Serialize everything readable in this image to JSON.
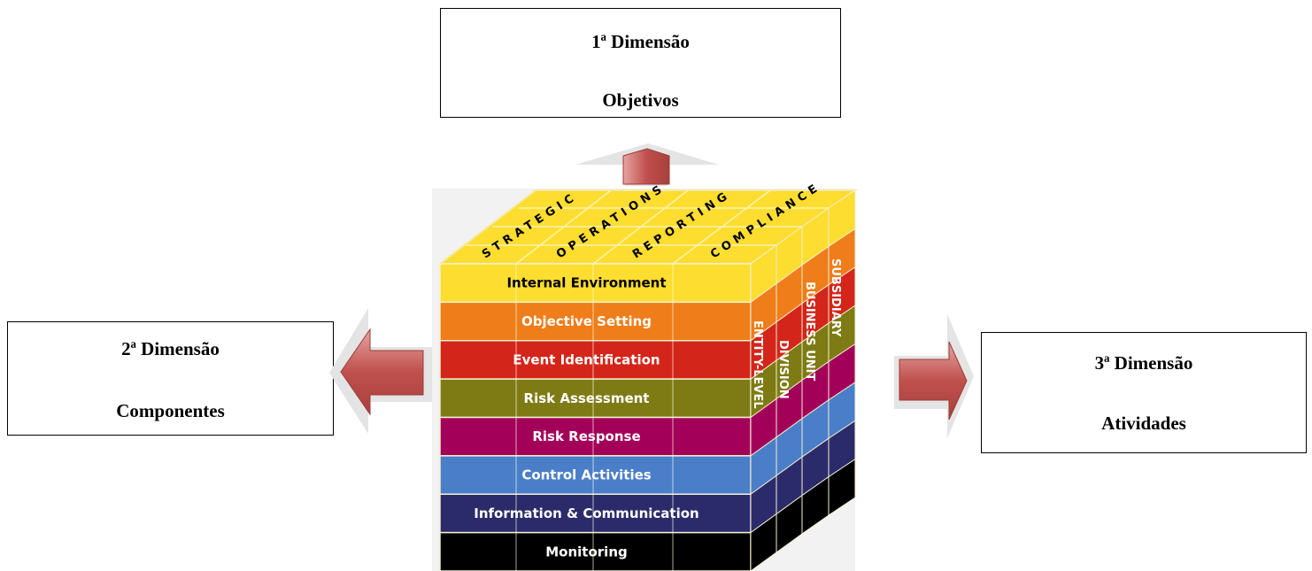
{
  "dimensions": {
    "first": {
      "title": "1ª Dimensão",
      "subtitle": "Objetivos"
    },
    "second": {
      "title": "2ª Dimensão",
      "subtitle": "Componentes"
    },
    "third": {
      "title": "3ª Dimensão",
      "subtitle": "Atividades"
    }
  },
  "cube": {
    "objectives": [
      "STRATEGIC",
      "OPERATIONS",
      "REPORTING",
      "COMPLIANCE"
    ],
    "components": [
      {
        "label": "Internal Environment",
        "color": "#fddd2f",
        "text_color": "#000000"
      },
      {
        "label": "Objective Setting",
        "color": "#ef7d1a",
        "text_color": "#ffffff"
      },
      {
        "label": "Event Identification",
        "color": "#d4251a",
        "text_color": "#ffffff"
      },
      {
        "label": "Risk Assessment",
        "color": "#7e7b14",
        "text_color": "#ffffff"
      },
      {
        "label": "Risk Response",
        "color": "#a3005a",
        "text_color": "#ffffff"
      },
      {
        "label": "Control Activities",
        "color": "#4a7ec9",
        "text_color": "#ffffff"
      },
      {
        "label": "Information & Communication",
        "color": "#2b2b6b",
        "text_color": "#ffffff"
      },
      {
        "label": "Monitoring",
        "color": "#000000",
        "text_color": "#ffffff"
      }
    ],
    "units": [
      "ENTITY-LEVEL",
      "DIVISION",
      "BUSINESS UNIT",
      "SUBSIDIARY"
    ]
  },
  "colors": {
    "arrow_fill": "#c0504d",
    "arrow_shadow": "#d8d8d8",
    "box_border": "#000000"
  }
}
